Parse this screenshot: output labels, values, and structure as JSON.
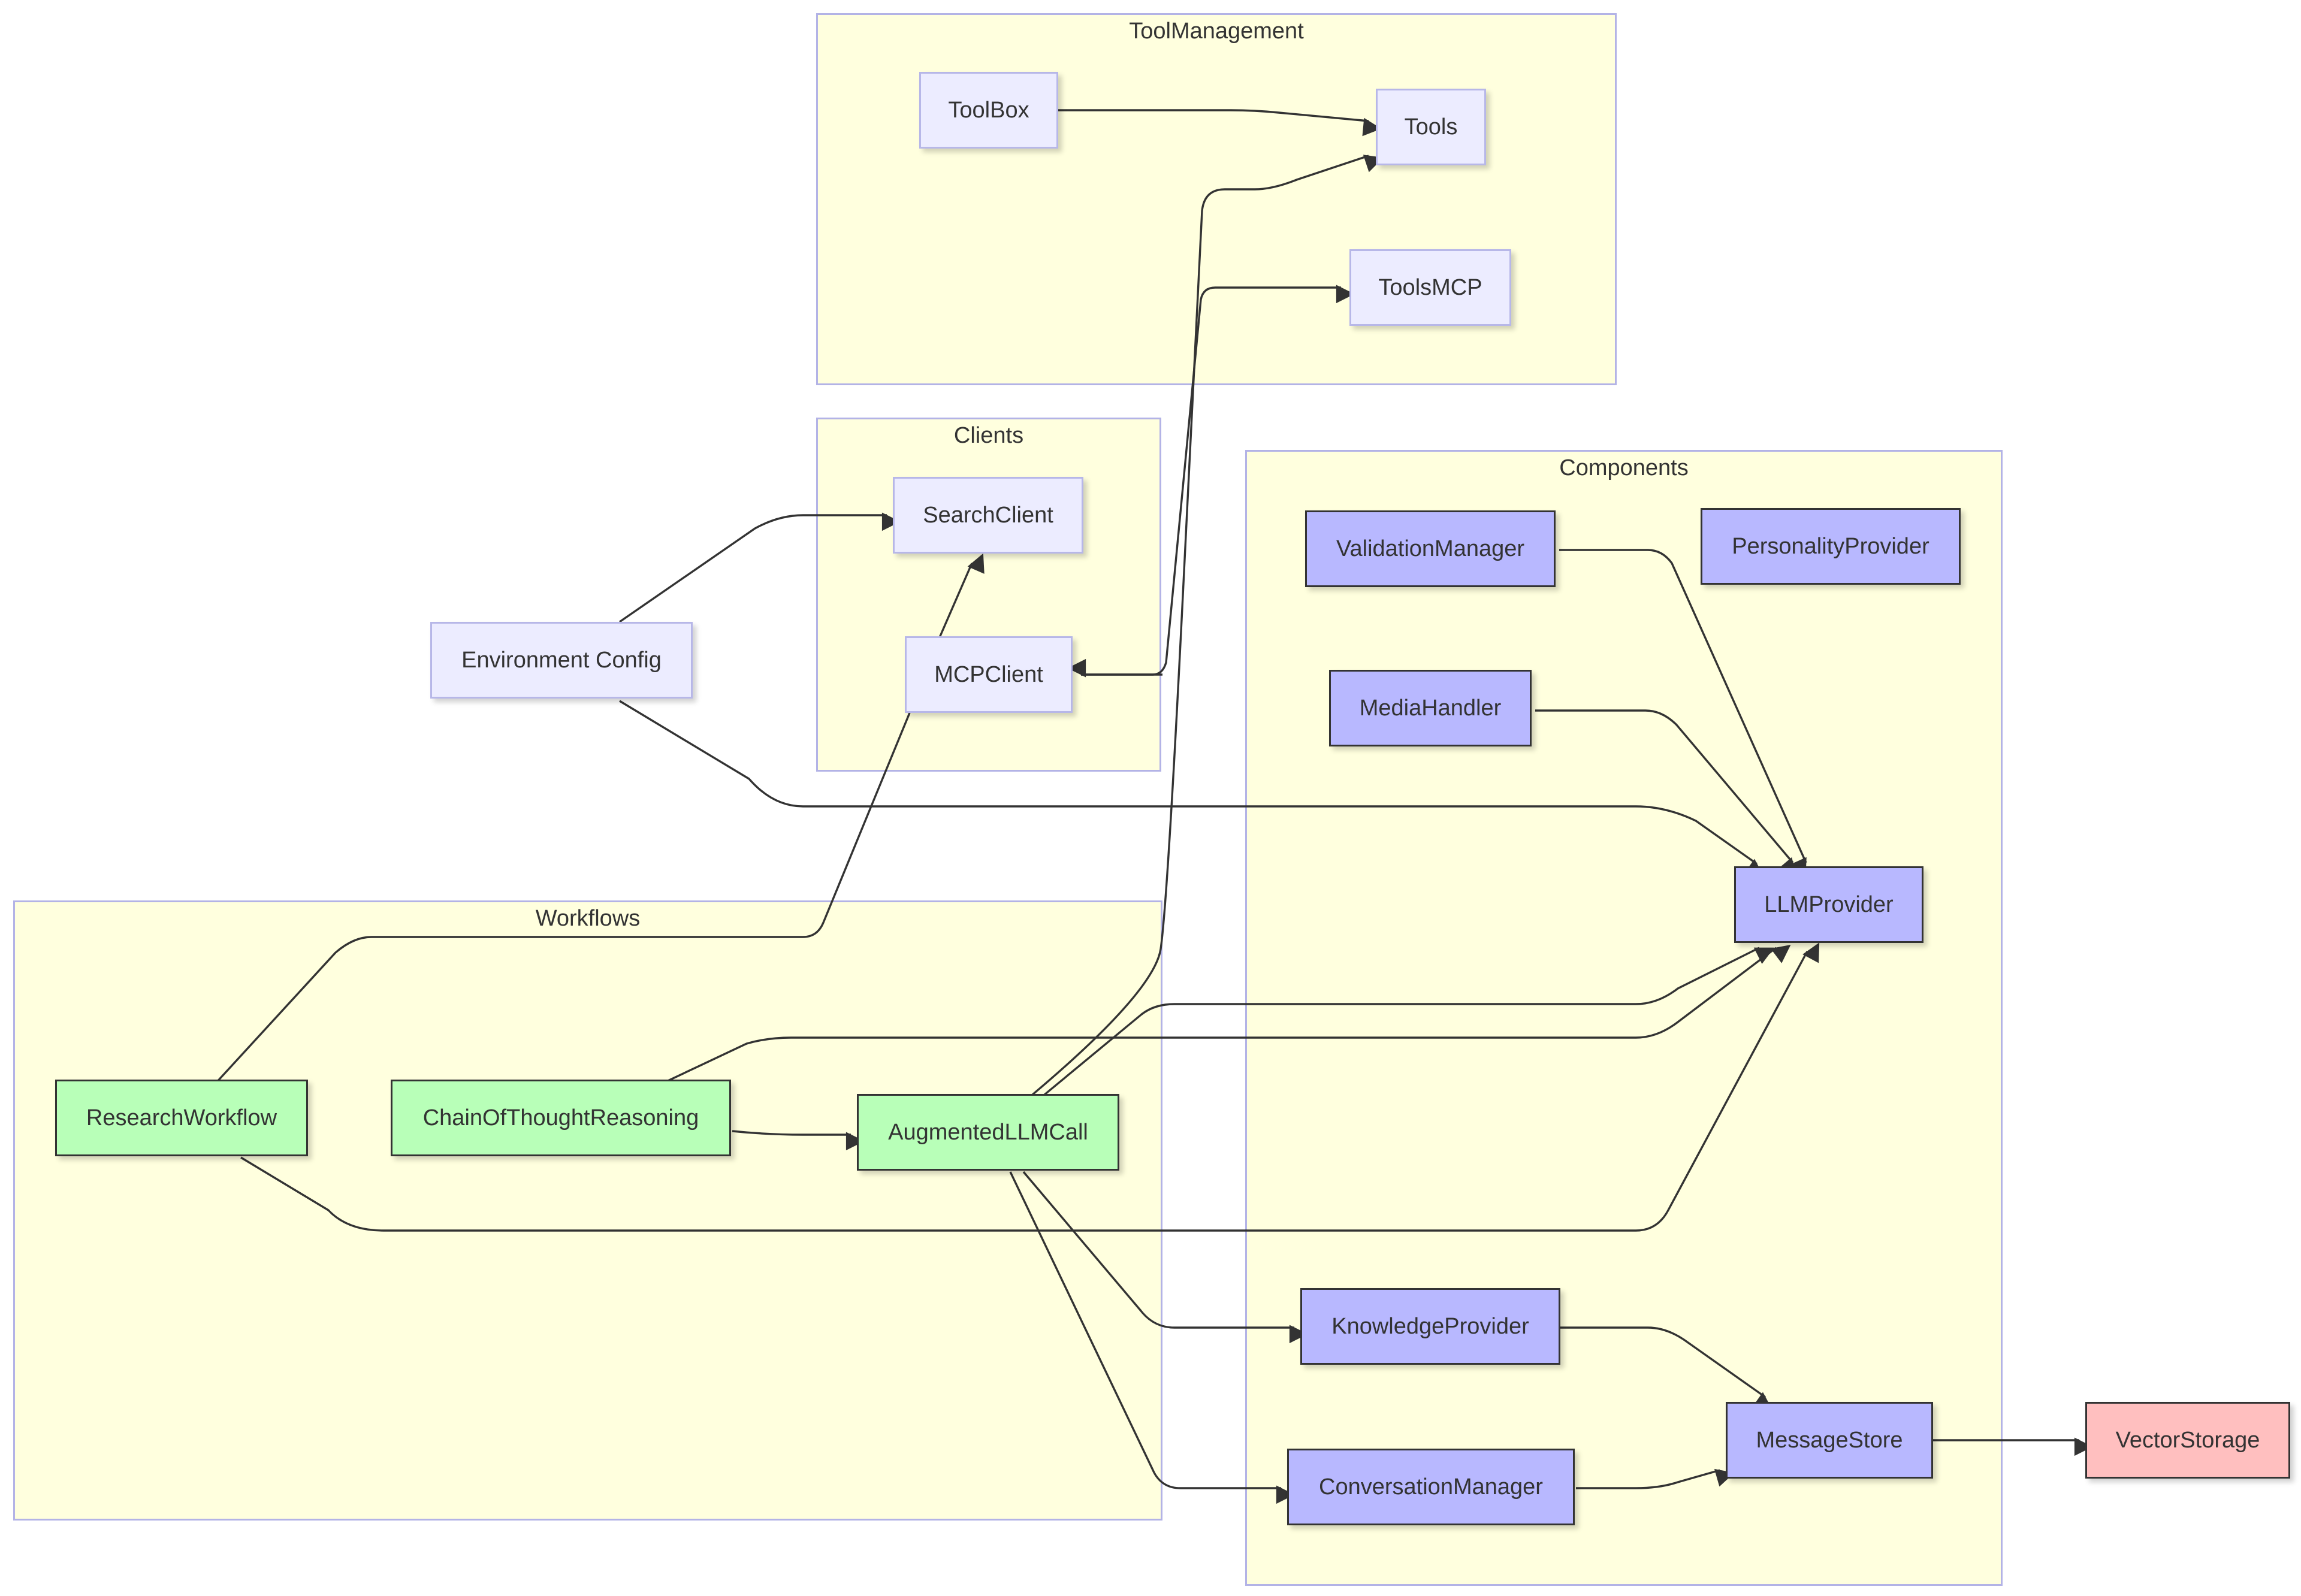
{
  "clusters": {
    "tool_management": "ToolManagement",
    "clients": "Clients",
    "components": "Components",
    "workflows": "Workflows"
  },
  "nodes": {
    "toolbox": "ToolBox",
    "tools": "Tools",
    "tools_mcp": "ToolsMCP",
    "search_client": "SearchClient",
    "mcp_client": "MCPClient",
    "environment_config": "Environment Config",
    "validation_manager": "ValidationManager",
    "personality_provider": "PersonalityProvider",
    "media_handler": "MediaHandler",
    "llm_provider": "LLMProvider",
    "knowledge_provider": "KnowledgeProvider",
    "conversation_manager": "ConversationManager",
    "message_store": "MessageStore",
    "vector_storage": "VectorStorage",
    "research_workflow": "ResearchWorkflow",
    "chain_of_thought": "ChainOfThoughtReasoning",
    "augmented_llm_call": "AugmentedLLMCall"
  },
  "colors": {
    "cluster_fill": "#ffffde",
    "cluster_border": "#b3b3e6",
    "config_fill": "#ececff",
    "workflow_fill": "#b8ffb8",
    "component_fill": "#b8b8ff",
    "storage_fill": "#ffbfbf",
    "edge": "#333333"
  }
}
